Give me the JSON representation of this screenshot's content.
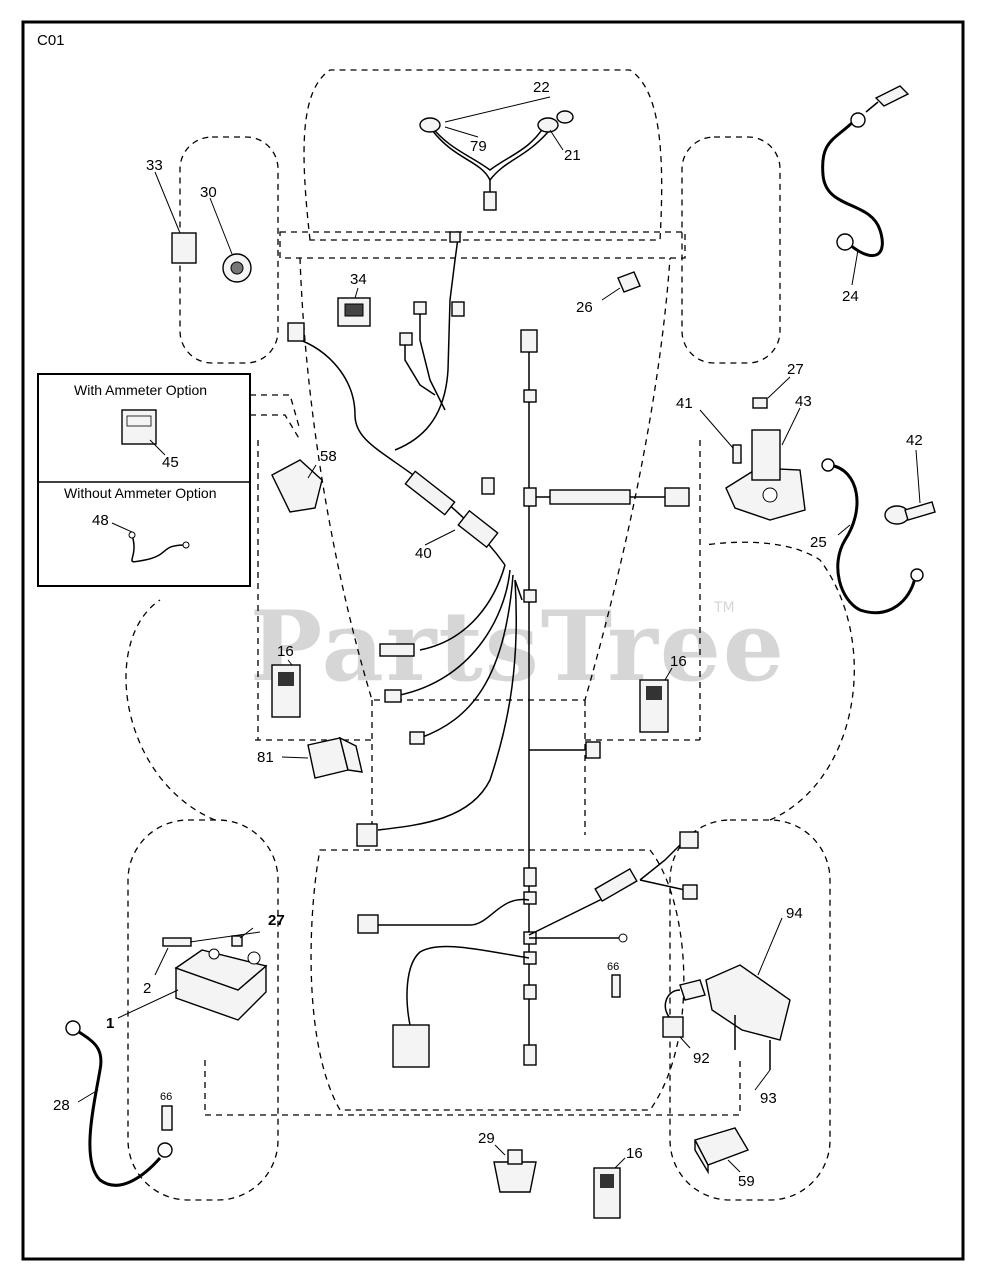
{
  "page_code": "C01",
  "watermark": {
    "text": "PartsTree",
    "tm": "TM"
  },
  "inset": {
    "with_title": "With Ammeter Option",
    "without_title": "Without Ammeter Option",
    "label_45": "45",
    "label_48": "48"
  },
  "callouts": {
    "c22": "22",
    "c79": "79",
    "c21": "21",
    "c33": "33",
    "c30": "30",
    "c24": "24",
    "c34": "34",
    "c26": "26",
    "c27a": "27",
    "c41": "41",
    "c43": "43",
    "c42": "42",
    "c25": "25",
    "c58": "58",
    "c40": "40",
    "c16a": "16",
    "c16b": "16",
    "c81": "81",
    "c27b": "27",
    "c2": "2",
    "c1": "1",
    "c66a": "66",
    "c94": "94",
    "c92": "92",
    "c93": "93",
    "c28": "28",
    "c66b": "66",
    "c29": "29",
    "c16c": "16",
    "c59": "59"
  }
}
